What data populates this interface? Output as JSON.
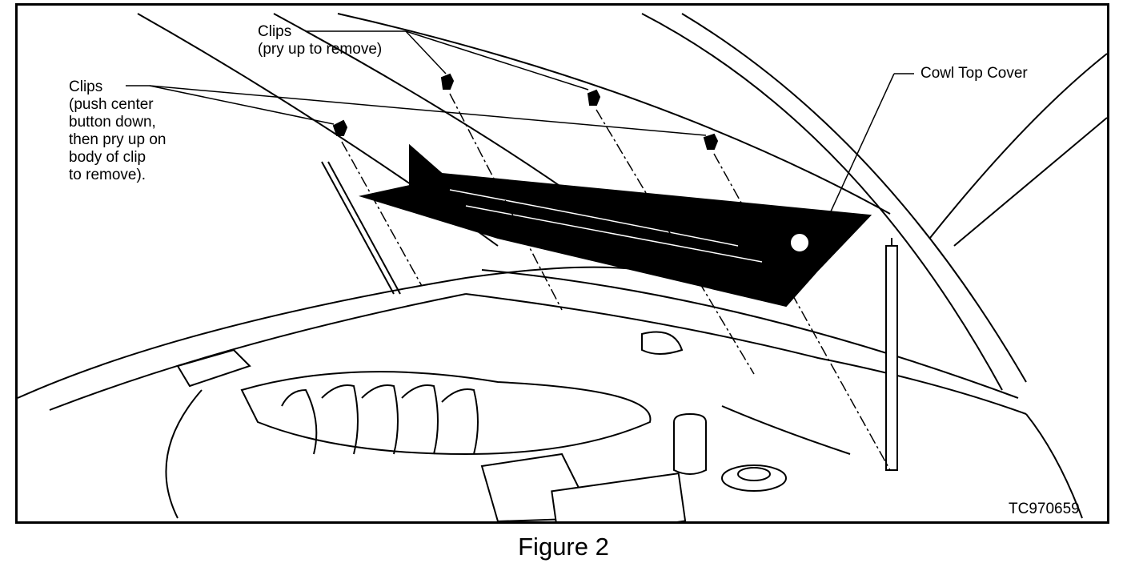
{
  "figure": {
    "caption": "Figure 2",
    "code": "TC970659",
    "labels": {
      "clips_top": "Clips\n(pry up to remove)",
      "clips_left": "Clips\n(push center\nbutton down,\nthen pry up on\nbody of clip\nto remove).",
      "cowl_top_cover": "Cowl Top Cover"
    }
  }
}
